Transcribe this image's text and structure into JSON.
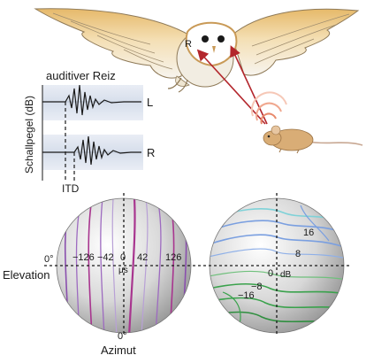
{
  "signal_panel": {
    "stimulus_label": "auditiver Reiz",
    "y_axis_label": "Schallpegel (dB)",
    "trace_left_label": "L",
    "trace_right_label": "R",
    "delay_label": "ITD"
  },
  "owl": {
    "ear_right_marker": "R"
  },
  "itd_sphere": {
    "tick_labels": [
      "−126",
      "−42",
      "0",
      "42",
      "126"
    ],
    "unit": "μs",
    "elevation_label": "0°",
    "azimuth_label": "0°",
    "row_axis_name": "Elevation",
    "col_axis_name": "Azimut"
  },
  "ild_sphere": {
    "contour_labels": [
      "16",
      "8",
      "0",
      "−8",
      "−16"
    ],
    "unit": "dB"
  },
  "colors": {
    "panel_bg": "#dde4ef",
    "purple_contour": "#8a4fae",
    "magenta_contour": "#a8358f",
    "blue_contour": "#7a9fe0",
    "green_contour": "#3aa24c",
    "arrow": "#b3262c",
    "mouse": "#d9ad76"
  }
}
